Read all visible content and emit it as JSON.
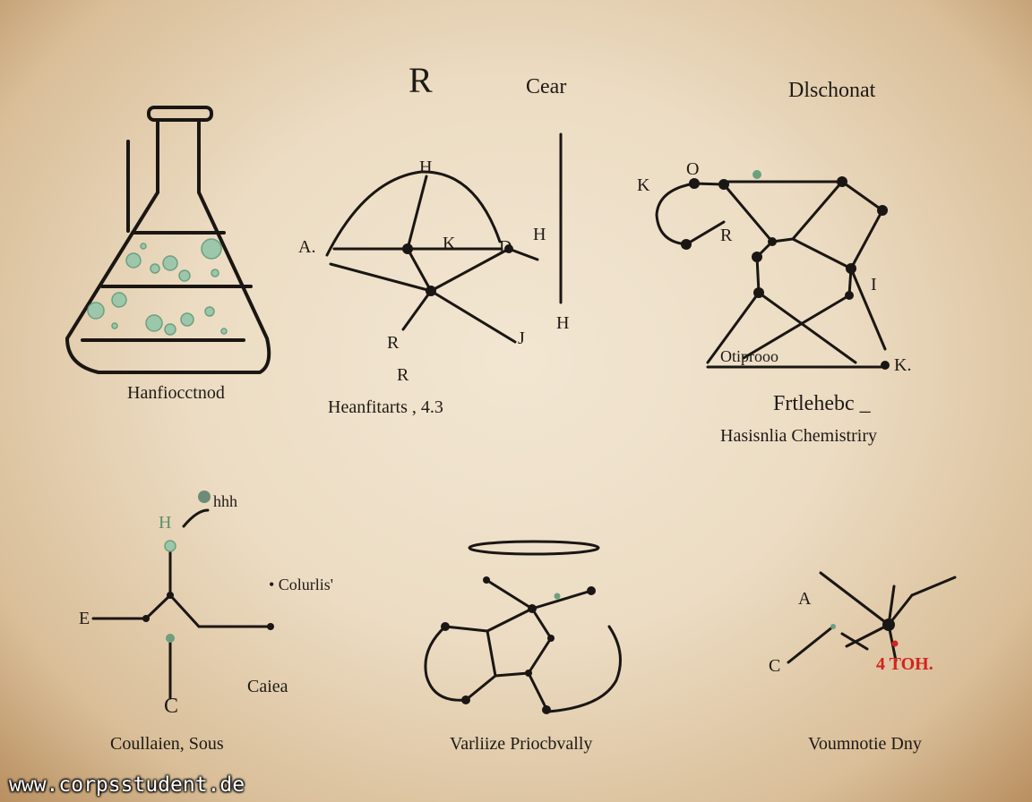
{
  "top": {
    "letter": "R",
    "center_word": "Cear",
    "right_word": "Dlschonat"
  },
  "flask": {
    "caption": "Hanfiocctnod"
  },
  "center": {
    "labels": {
      "h_top": "H",
      "a": "A.",
      "k": "K",
      "d": "D",
      "h_right": "H",
      "r_left": "R",
      "j": "J",
      "r_bottom": "R",
      "h_line": "H"
    },
    "caption": "Heanfitarts , 4.3"
  },
  "right": {
    "labels": {
      "k": "K",
      "o": "O",
      "r": "R",
      "i": "I",
      "otiprooo": "Otiprooo",
      "k_bottom": "K."
    },
    "title": "Frtlehebc _",
    "caption": "Hasisnlia Chemistriry"
  },
  "lower_left": {
    "labels": {
      "hhh": "hhh",
      "h": "H",
      "columns": "• Colurlis'",
      "e": "E",
      "caiea": "Caiea",
      "c": "C"
    },
    "caption": "Coullaien, Sous"
  },
  "lower_middle": {
    "caption": "Varliize Priocbvally"
  },
  "lower_right": {
    "labels": {
      "a": "A",
      "c": "C",
      "red": "4 TOH."
    },
    "caption": "Voumnotie Dny"
  },
  "watermark": "www.corpsstudent.de",
  "colors": {
    "background": "#ecdcc3",
    "ink": "#1a1613",
    "green_atom": "#9cc7ab",
    "red_label": "#d2241e"
  }
}
